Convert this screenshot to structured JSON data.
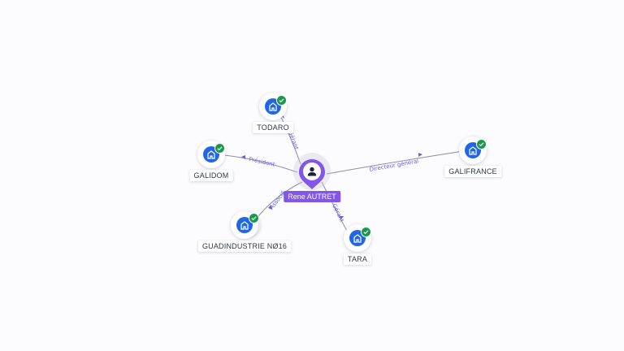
{
  "person": {
    "name": "Rene AUTRET",
    "icon": "person-icon",
    "color": "#8256ea"
  },
  "companies": [
    {
      "name": "TODARO",
      "icon": "company-building-icon",
      "status_icon": "verified-check-icon"
    },
    {
      "name": "GALIDOM",
      "icon": "company-building-icon",
      "status_icon": "verified-check-icon"
    },
    {
      "name": "GALIFRANCE",
      "icon": "company-building-icon",
      "status_icon": "verified-check-icon"
    },
    {
      "name": "GUADINDUSTRIE NØ16",
      "icon": "company-building-icon",
      "status_icon": "verified-check-icon"
    },
    {
      "name": "TARA",
      "icon": "company-building-icon",
      "status_icon": "verified-check-icon"
    }
  ],
  "relations": [
    {
      "label": "Gérant"
    },
    {
      "label": "Président"
    },
    {
      "label": "Directeur général"
    },
    {
      "label": "Associé"
    },
    {
      "label": "Gérant"
    }
  ],
  "colors": {
    "company": "#2166e4",
    "verified": "#169a4b",
    "relation_text": "#6b5ce7",
    "edge": "#8e8e9c"
  }
}
